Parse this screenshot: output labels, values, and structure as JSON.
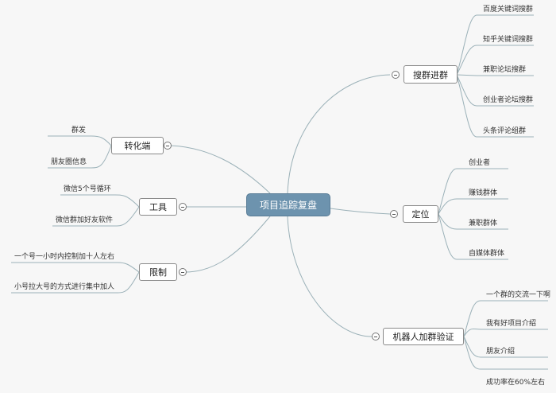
{
  "root": "项目追踪复盘",
  "right": [
    {
      "label": "搜群进群",
      "children": [
        "百度关键词搜群",
        "知乎关键词搜群",
        "兼职论坛搜群",
        "创业者论坛搜群",
        "头条评论组群"
      ]
    },
    {
      "label": "定位",
      "children": [
        "创业者",
        "赚钱群体",
        "兼职群体",
        "自媒体群体"
      ]
    },
    {
      "label": "机器人加群验证",
      "children": [
        "一个群的交流一下啊",
        "我有好项目介绍",
        "朋友介绍",
        "成功率在60%左右"
      ]
    }
  ],
  "left": [
    {
      "label": "转化端",
      "children": [
        "群发",
        "朋友圈信息"
      ]
    },
    {
      "label": "工具",
      "children": [
        "微信5个号循环",
        "微信群加好友软件"
      ]
    },
    {
      "label": "限制",
      "children": [
        "一个号一小时内控制加十人左右",
        "小号拉大号的方式进行集中加人"
      ]
    }
  ],
  "colors": {
    "root_fill": "#6d93ae",
    "connector": "#9bb1b8",
    "background": "#f7f7f7"
  }
}
